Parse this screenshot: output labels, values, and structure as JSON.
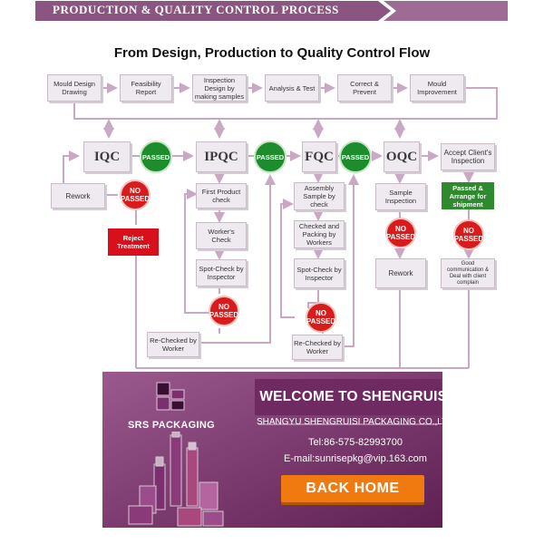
{
  "header": {
    "banner": "PRODUCTION & QUALITY CONTROL PROCESS",
    "title": "From Design, Production to Quality Control Flow"
  },
  "top_row": [
    "Mould Design Drawing",
    "Feasibility Report",
    "Inspection Design by making samples",
    "Analysis & Test",
    "Correct & Prevent",
    "Mould Improvement"
  ],
  "stages": {
    "iqc": "IQC",
    "ipqc": "IPQC",
    "fqc": "FQC",
    "oqc": "OQC",
    "accept": "Accept Client's Inspection"
  },
  "badges": {
    "passed": "PASSED",
    "no_passed": "NO PASSED"
  },
  "iqc": {
    "rework": "Rework",
    "reject": "Reject Treatment"
  },
  "ipqc": {
    "steps": [
      "First Product check",
      "Worker's Check",
      "Spot-Check by Inspector"
    ],
    "recheck": "Re-Checked by Worker"
  },
  "fqc": {
    "steps": [
      "Assembly Sample by check",
      "Checked and Packing by Workers",
      "Spot-Check by Inspector"
    ],
    "recheck": "Re-Checked by Worker"
  },
  "oqc": {
    "steps": [
      "Sample Inspection",
      "Rework"
    ]
  },
  "accept": {
    "passed_arrange": "Passed & Arrange for shipment",
    "communication": "Good communication & Deal with client complain"
  },
  "promo": {
    "brand": "SRS PACKAGING",
    "welcome": "WELCOME TO SHENGRUISI",
    "company": "SHANGYU SHENGRUISI PACKAGING CO.,LTD.",
    "tel": "Tel:86-575-82993700",
    "email": "E-mail:sunrisepkg@vip.163.com",
    "back_home": "BACK HOME"
  },
  "colors": {
    "banner": "#8a5580",
    "box": "#efe9f0",
    "connector": "#c9a8c4",
    "passed": "#1c8c2c",
    "no_passed": "#d81b1b",
    "promo": "#7b2f6e",
    "back_home": "#f07a10"
  }
}
